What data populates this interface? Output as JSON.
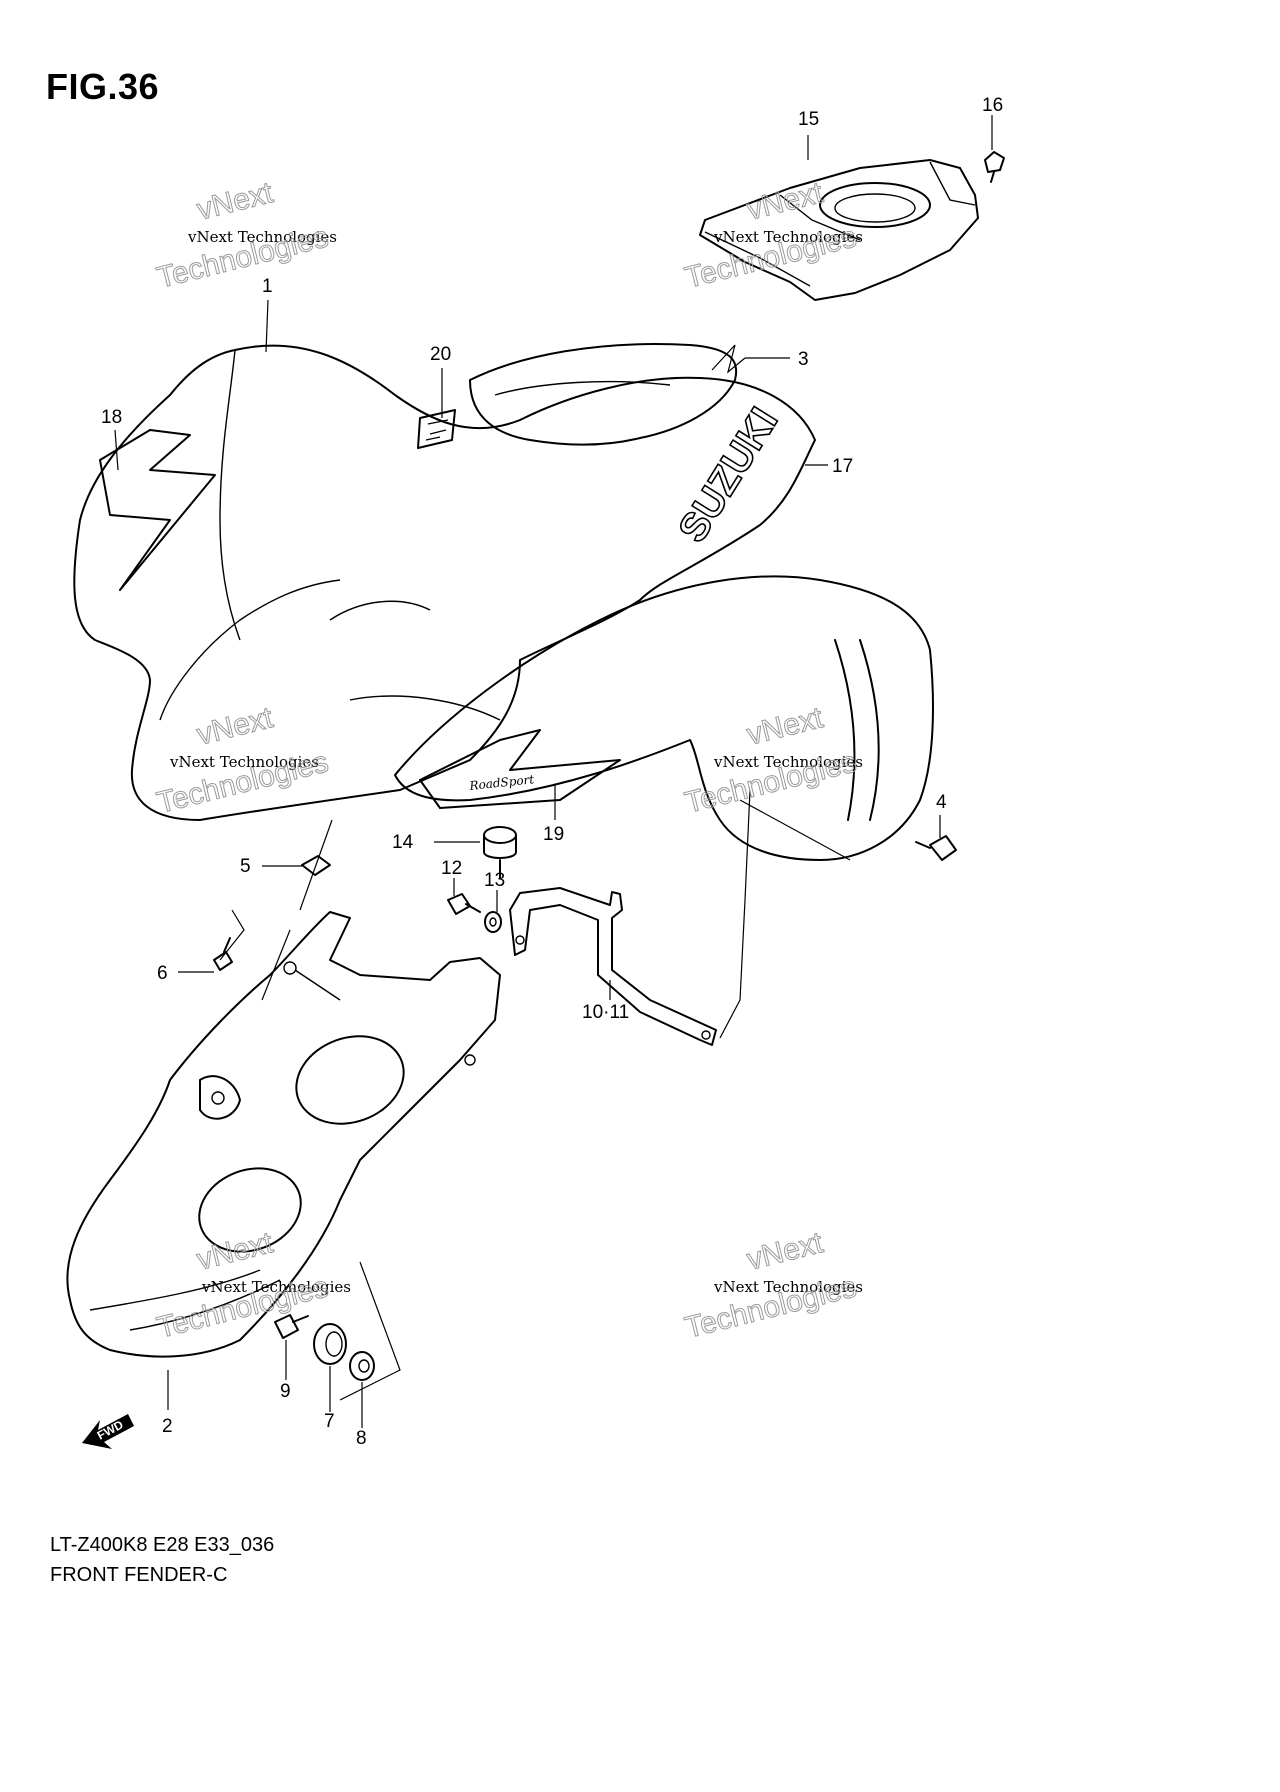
{
  "figure": {
    "title": "FIG.36"
  },
  "callouts": {
    "c1": "1",
    "c2": "2",
    "c3": "3",
    "c4": "4",
    "c5": "5",
    "c6": "6",
    "c7": "7",
    "c8": "8",
    "c9": "9",
    "c10_11": "10·11",
    "c12": "12",
    "c13": "13",
    "c14": "14",
    "c15": "15",
    "c16": "16",
    "c17": "17",
    "c18": "18",
    "c19": "19",
    "c20": "20"
  },
  "watermark": {
    "line1": "vNext Technologies",
    "line2": "vNext",
    "line3": "Technologies"
  },
  "decals": {
    "brand": "SUZUKI",
    "fwd": "FWD"
  },
  "caption": {
    "model": "LT-Z400K8 E28 E33_036",
    "part_name": "FRONT FENDER-C"
  }
}
